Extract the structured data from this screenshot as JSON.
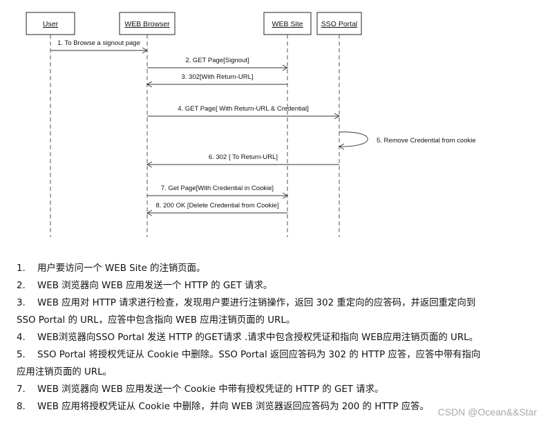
{
  "diagram": {
    "actors": [
      {
        "id": "user",
        "label": "User"
      },
      {
        "id": "browser",
        "label": "WEB Browser"
      },
      {
        "id": "site",
        "label": "WEB Site"
      },
      {
        "id": "sso",
        "label": "SSO Portal"
      }
    ],
    "messages": [
      {
        "from": "user",
        "to": "browser",
        "label": "1. To Browse a signout page"
      },
      {
        "from": "browser",
        "to": "site",
        "label": "2. GET Page[Signout]"
      },
      {
        "from": "site",
        "to": "browser",
        "label": "3. 302[With Return-URL]"
      },
      {
        "from": "browser",
        "to": "sso",
        "label": "4. GET Page[ With Return-URL & Credential]"
      },
      {
        "from": "sso",
        "to": "sso",
        "label": "5. Remove Credential from cookie"
      },
      {
        "from": "sso",
        "to": "browser",
        "label": "6. 302 [ To Return-URL]"
      },
      {
        "from": "browser",
        "to": "site",
        "label": "7. Get Page[With Credential in Cookie]"
      },
      {
        "from": "site",
        "to": "browser",
        "label": "8. 200 OK [Delete Credential from Cookie]"
      }
    ]
  },
  "notes": [
    {
      "num": "1.",
      "text": "用户要访问一个 WEB Site 的注销页面。"
    },
    {
      "num": "2.",
      "text": "WEB 浏览器向 WEB 应用发送一个 HTTP 的 GET 请求。"
    },
    {
      "num": "3.",
      "text": "WEB 应用对 HTTP 请求进行检查，发现用户要进行注销操作，返回 302 重定向的应答码，并返回重定向到"
    },
    {
      "num": "",
      "text": "SSO Portal 的 URL，应答中包含指向 WEB 应用注销页面的 URL。"
    },
    {
      "num": "4.",
      "text": "WEB浏览器向SSO Portal 发送 HTTP 的GET请求 .请求中包含授权凭证和指向 WEB应用注销页面的 URL。"
    },
    {
      "num": "5.",
      "text": "SSO Portal  将授权凭证从 Cookie 中删除。SSO Portal 返回应答码为 302 的 HTTP 应答，应答中带有指向"
    },
    {
      "num": "",
      "text": "应用注销页面的 URL。"
    },
    {
      "num": "7.",
      "text": "WEB 浏览器向 WEB 应用发送一个 Cookie 中带有授权凭证的 HTTP 的 GET 请求。"
    },
    {
      "num": "8.",
      "text": "WEB 应用将授权凭证从 Cookie 中删除，并向 WEB 浏览器返回应答码为 200 的 HTTP 应答。"
    }
  ],
  "watermark": "CSDN @Ocean&&Star"
}
